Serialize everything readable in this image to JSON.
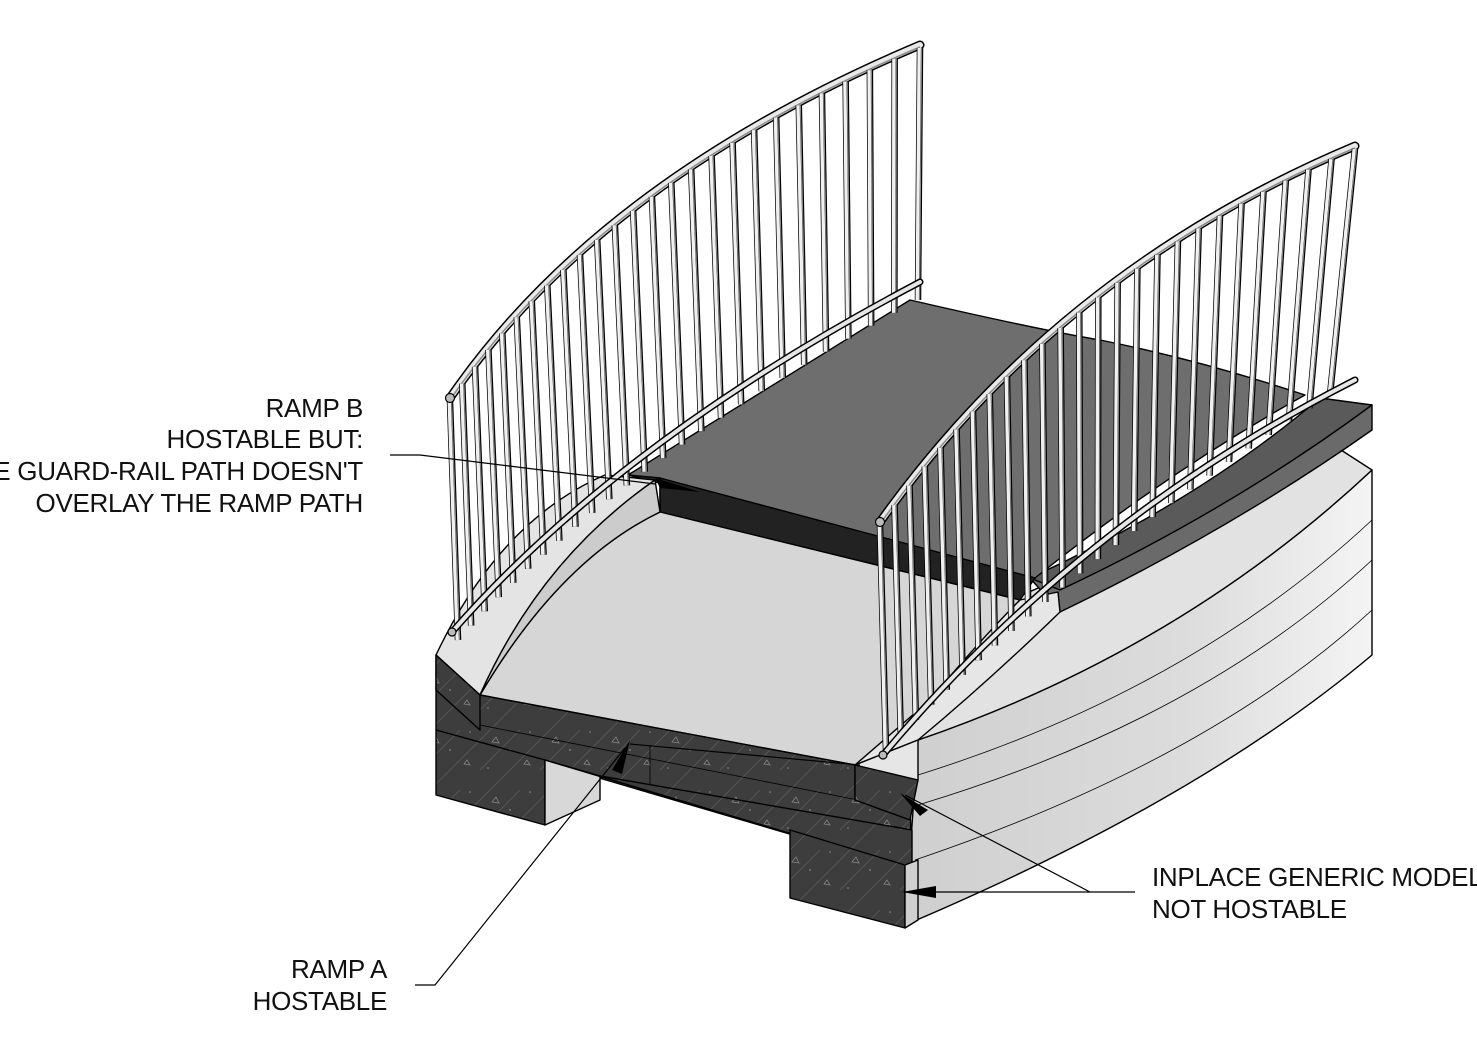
{
  "labels": {
    "ramp_b": {
      "line1": "RAMP B",
      "line2": "HOSTABLE BUT:",
      "line3": "THE GUARD-RAIL PATH  DOESN'T",
      "line4": "OVERLAY THE RAMP PATH"
    },
    "ramp_a": {
      "line1": "RAMP A",
      "line2": "HOSTABLE"
    },
    "inplace": {
      "line1": "INPLACE GENERIC MODEL",
      "line2": "NOT HOSTABLE"
    }
  },
  "colors": {
    "concrete_dark": "#3a3a3a",
    "concrete_light": "#d6d6d6",
    "ramp_b_top": "#6e6e6e",
    "ramp_b_edge": "#2a2a2a",
    "rail_light": "#e8e8e8",
    "rail_dark": "#7a7a7a"
  }
}
